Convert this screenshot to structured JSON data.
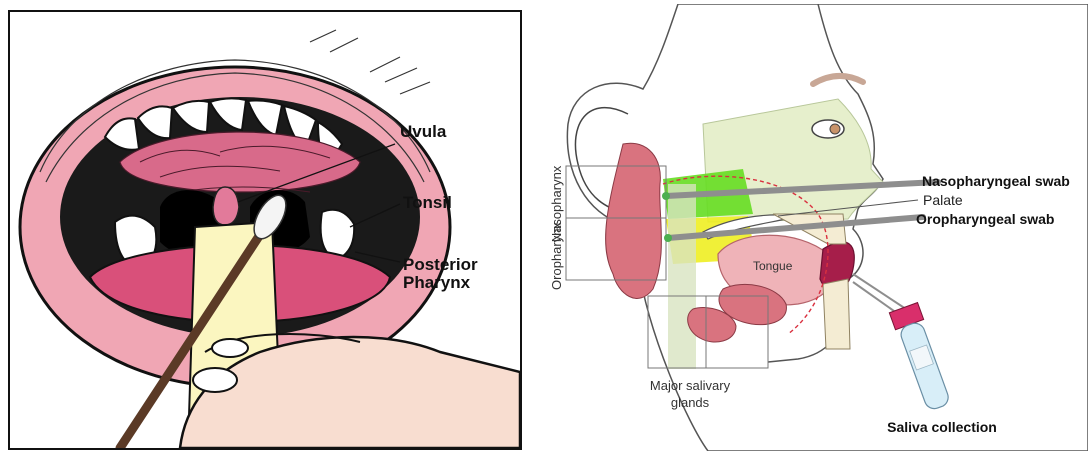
{
  "left_figure": {
    "labels": {
      "uvula": "Uvula",
      "tonsil": "Tonsil",
      "posterior_pharynx_line1": "Posterior",
      "posterior_pharynx_line2": "Pharynx"
    }
  },
  "right_figure": {
    "labels": {
      "nasopharyngeal_swab": "Nasopharyngeal swab",
      "palate": "Palate",
      "oropharyngeal_swab": "Oropharyngeal swab",
      "tongue": "Tongue",
      "nasopharynx": "Nasopharynx",
      "oropharynx": "Oropharynx",
      "major_salivary_glands_line1": "Major salivary",
      "major_salivary_glands_line2": "glands",
      "saliva_collection": "Saliva collection"
    },
    "colors": {
      "nasopharynx_zone": "#66dd22",
      "oropharynx_zone": "#eeee22",
      "face_region": "#e6efcc",
      "gland": "#d9737f",
      "tongue": "#efb3b8",
      "swab": "#8e8e8e",
      "tube_cap": "#d92f6b",
      "tube_body": "#d8eef8"
    }
  }
}
